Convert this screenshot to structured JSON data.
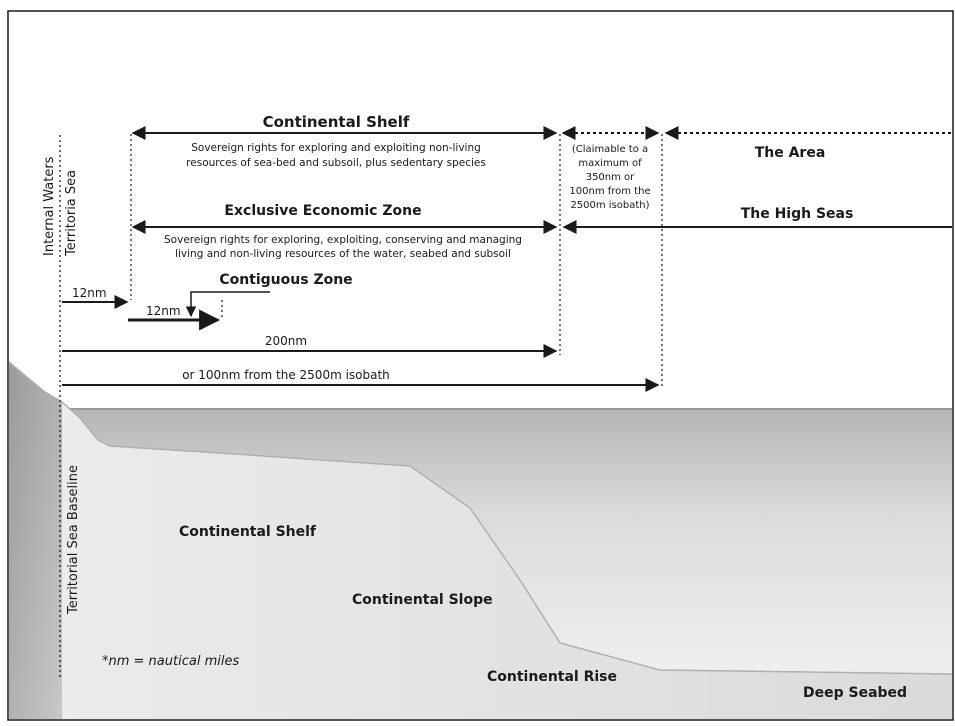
{
  "labels": {
    "internal_waters": "Internal Waters",
    "territorial_sea": "Territoria Sea",
    "territorial_sea_baseline": "Territorial Sea Baseline",
    "continental_shelf_title": "Continental Shelf",
    "continental_shelf_desc_1": "Sovereign rights for exploring and exploiting non-living",
    "continental_shelf_desc_2": "resources of sea-bed and subsoil, plus sedentary species",
    "claimable_1": "(Claimable to a",
    "claimable_2": "maximum of",
    "claimable_3": "350nm or",
    "claimable_4": "100nm from the",
    "claimable_5": "2500m isobath)",
    "the_area": "The Area",
    "eez_title": "Exclusive Economic Zone",
    "eez_desc_1": "Sovereign rights for exploring, exploiting, conserving and managing",
    "eez_desc_2": "living and non-living resources of the water, seabed and subsoil",
    "high_seas": "The High Seas",
    "contiguous_zone": "Contiguous Zone",
    "ts_12nm": "12nm",
    "cz_12nm": "12nm",
    "eez_200nm": "200nm",
    "isobath_distance": "or 100nm from the 2500m isobath",
    "seabed_continental_shelf": "Continental Shelf",
    "seabed_continental_slope": "Continental Slope",
    "seabed_continental_rise": "Continental Rise",
    "seabed_deep": "Deep Seabed",
    "footnote": "*nm = nautical miles"
  },
  "colors": {
    "ink": "#1a1a1a",
    "seabed_light": "#e6e6e6",
    "seabed_dark": "#9a9a9a"
  }
}
